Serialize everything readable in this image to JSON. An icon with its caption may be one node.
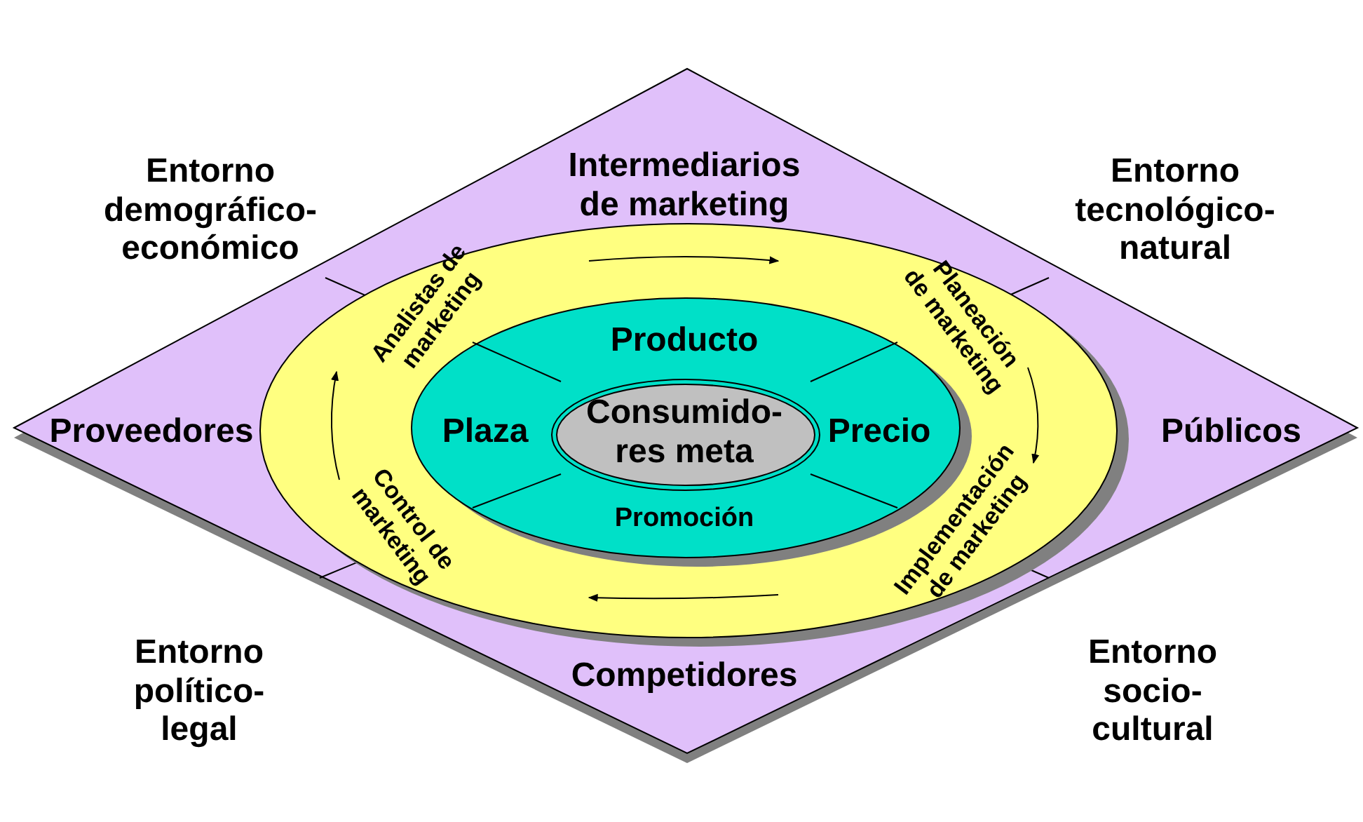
{
  "diagram": {
    "nodes": [
      {
        "text": [
          "Intermediarios de marketing",
          "Proveedores",
          "Públicos",
          "Competidores"
        ]
      },
      {
        "text": [
          "Analistas de marketing",
          "Planeación de marketing",
          "Implementación de marketing",
          "Control de marketing"
        ],
        "in": 0
      },
      {
        "text": [
          "Producto",
          "Plaza",
          "Precio",
          "Promoción"
        ],
        "in": 1
      },
      {
        "text": [
          "Consumido- res meta"
        ],
        "in": 2
      }
    ],
    "labels": [
      "Entorno demográfico- económico",
      "Entorno tecnológico- natural",
      "Entorno político- legal",
      "Entorno socio- cultural"
    ]
  }
}
